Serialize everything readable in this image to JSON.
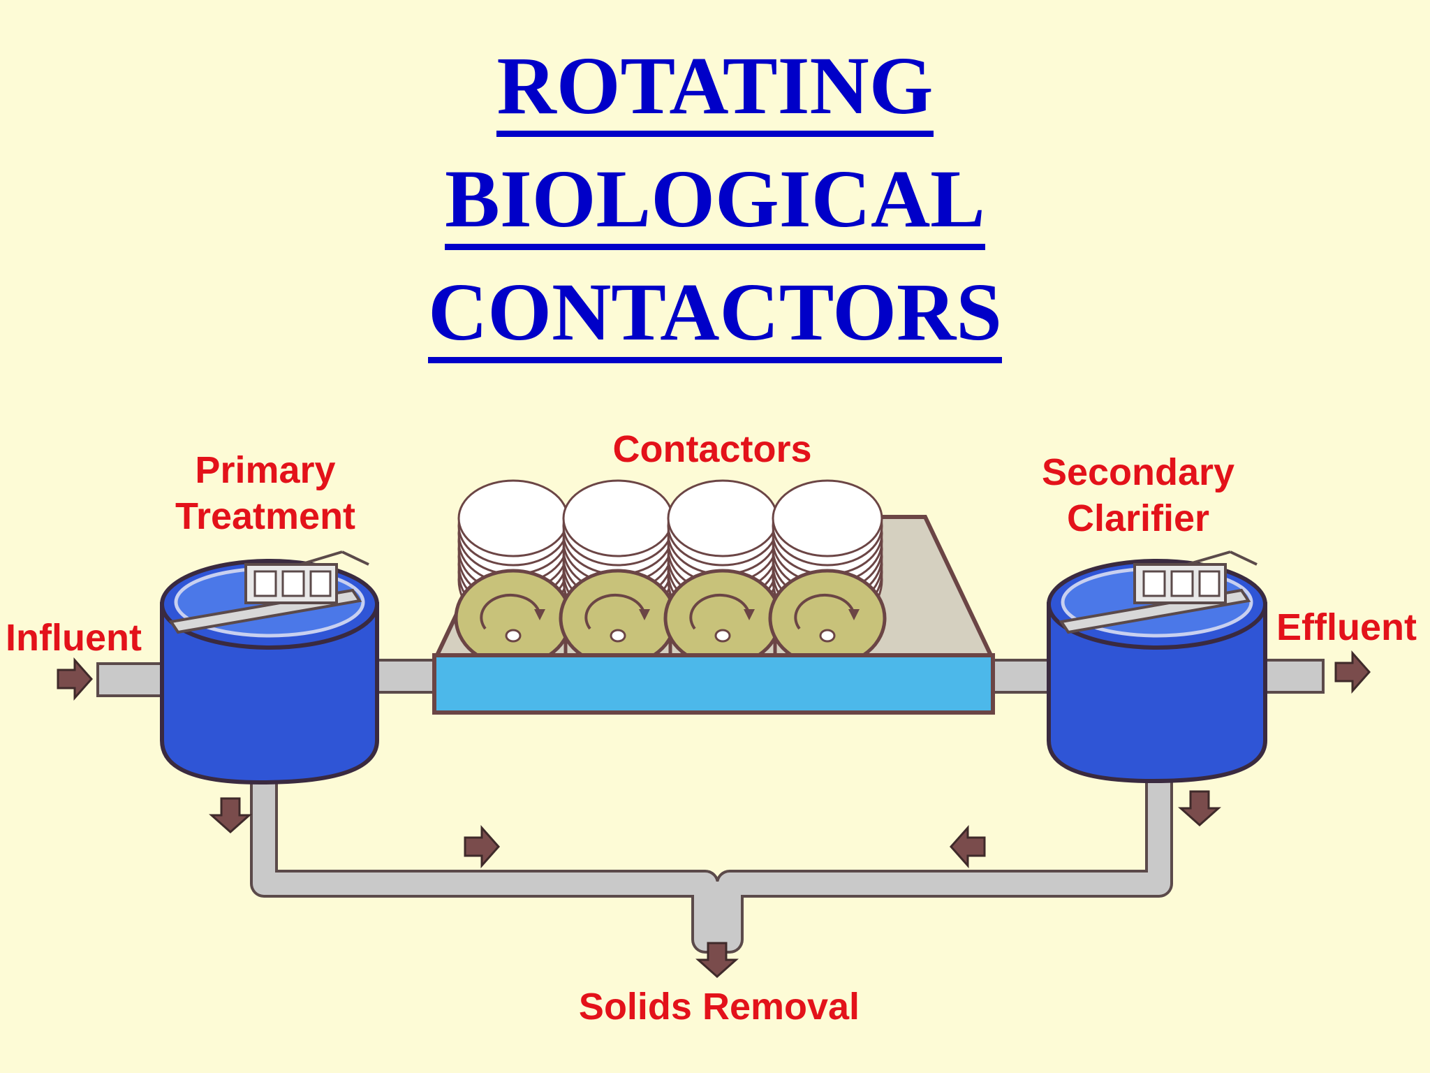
{
  "title": {
    "line1": "ROTATING",
    "line2": "BIOLOGICAL",
    "line3": "CONTACTORS"
  },
  "labels": {
    "primary_line1": "Primary",
    "primary_line2": "Treatment",
    "contactors": "Contactors",
    "secondary_line1": "Secondary",
    "secondary_line2": "Clarifier",
    "influent": "Influent",
    "effluent": "Effluent",
    "solids_removal": "Solids Removal"
  },
  "colors": {
    "background": "#fdfbd6",
    "title": "#0000c8",
    "labels": "#e3121a",
    "tank": "#2f55d6",
    "trough": "#4cb8ea",
    "pipe": "#c9c9c9",
    "outline": "#6b4545",
    "disc_core": "#c8c27a"
  }
}
